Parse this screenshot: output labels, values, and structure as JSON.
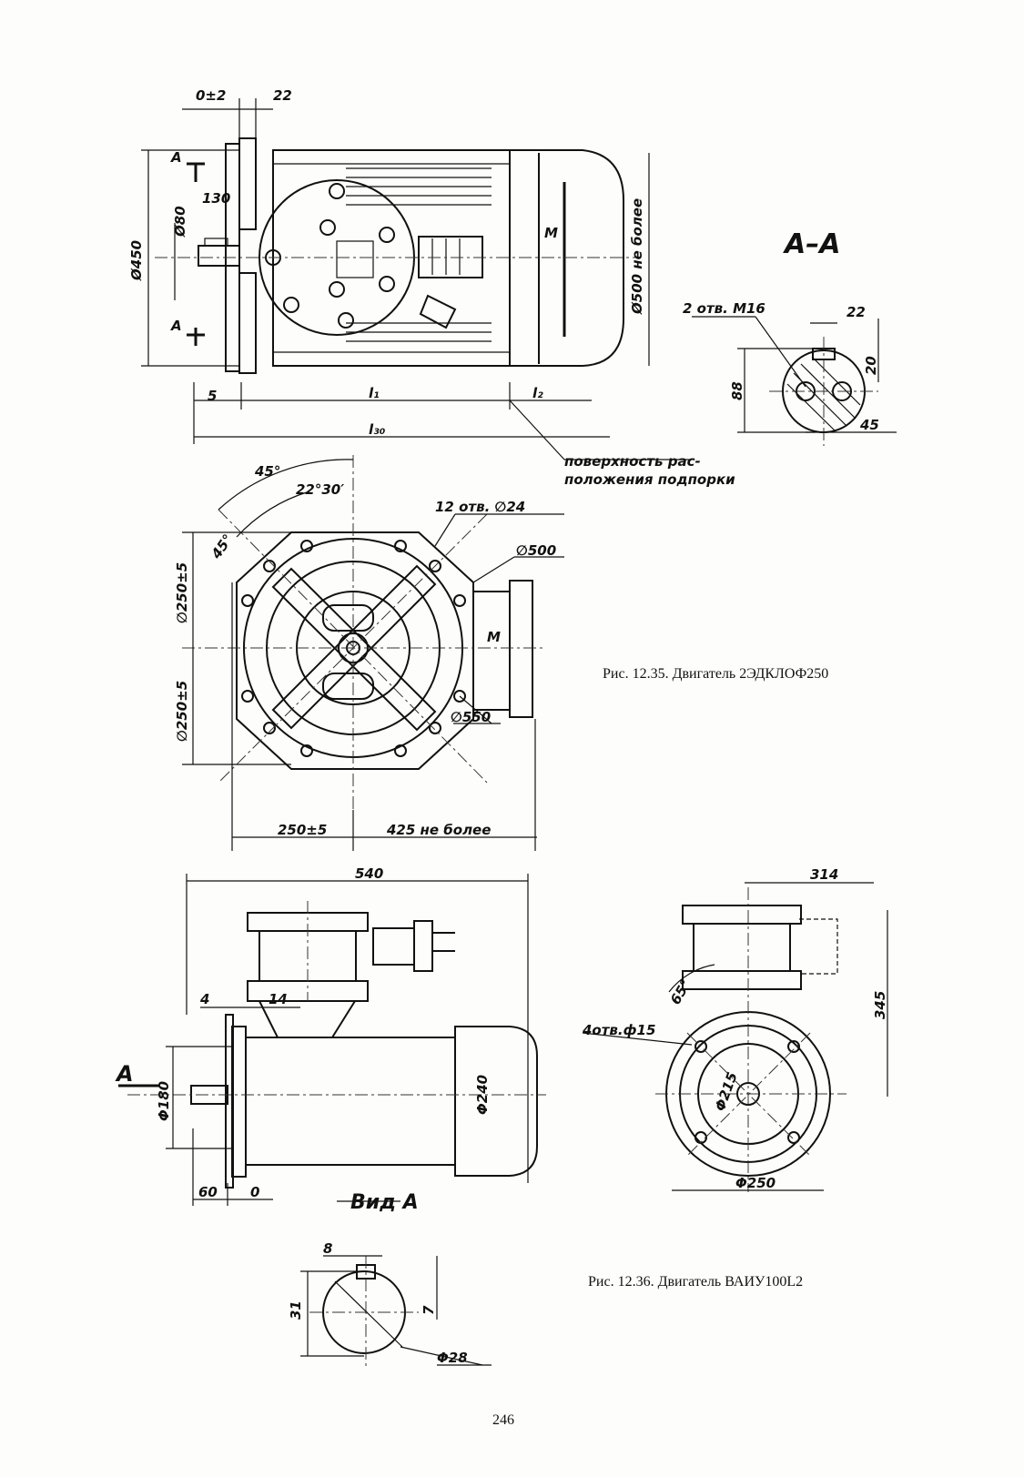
{
  "figures": {
    "fig1": {
      "caption": "Рис. 12.35. Двигатель 2ЭДКЛОФ250",
      "section_title": "A–A",
      "labels": {
        "d_0pm2": "0±2",
        "d_22_top": "22",
        "view_a_top": "A",
        "view_a_bottom": "A",
        "d_130": "130",
        "d_o80": "Ø80",
        "d_o450": "Ø450",
        "d_o500": "Ø500 не более",
        "mark_m": "M",
        "d_5": "5",
        "d_l1": "l₁",
        "d_l2": "l₂",
        "d_l30": "l₃₀",
        "note_support": "поверхность рас-",
        "note_support2": "положения подпорки",
        "sec_holes": "2 отв. M16",
        "sec_22": "22",
        "sec_88": "88",
        "sec_20": "20",
        "sec_45": "45",
        "ang_45a": "45°",
        "ang_22_30": "22°30′",
        "ang_45b": "45°",
        "holes_12": "12 отв. ∅24",
        "d_o500b": "∅500",
        "d_o250a": "∅250±5",
        "d_o250b": "∅250±5",
        "mark_m2": "M",
        "d_o550": "∅550",
        "d_250": "250±5",
        "d_425": "425 не более"
      }
    },
    "fig2": {
      "caption": "Рис. 12.36. Двигатель ВАИУ100L2",
      "labels": {
        "d_540": "540",
        "d_4": "4",
        "d_14": "14",
        "view_a": "A",
        "d_180": "Φ180",
        "d_240": "Φ240",
        "d_60": "60",
        "d_0": "0",
        "d_314": "314",
        "d_65": "65°",
        "holes_4": "4отв.ф15",
        "d_215": "Φ215",
        "d_345": "345",
        "d_250": "Φ250",
        "view_title": "Вид А",
        "v_8": "8",
        "v_31": "31",
        "v_7": "7",
        "v_28": "Φ28"
      }
    }
  },
  "page_number": "246"
}
